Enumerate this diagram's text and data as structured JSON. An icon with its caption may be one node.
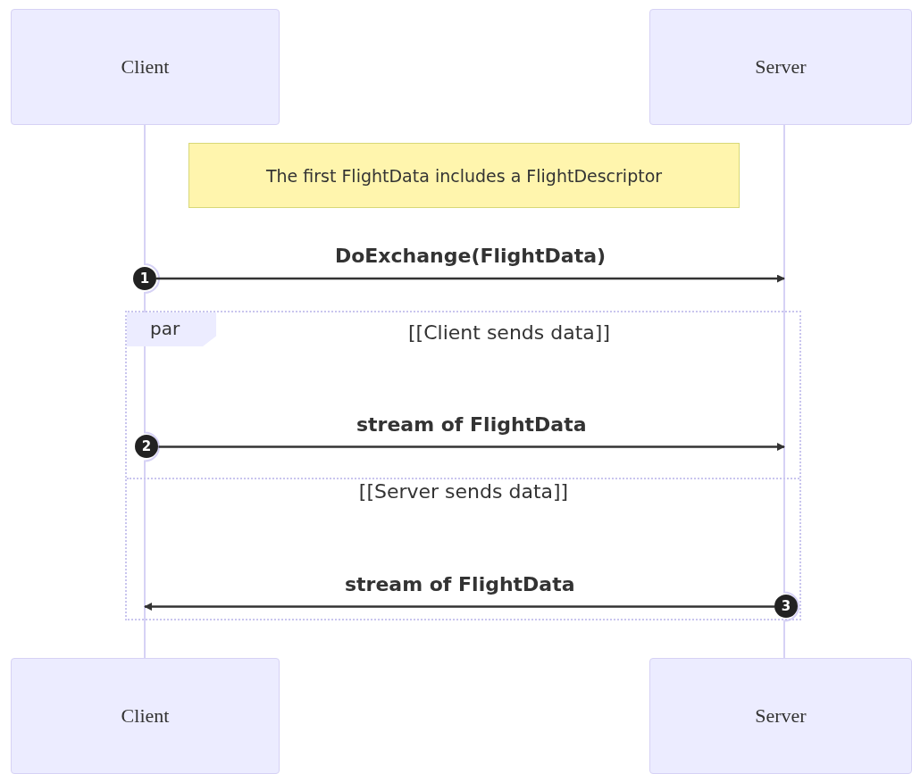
{
  "diagram": {
    "nodes": [
      {
        "text": [
          "Client"
        ]
      },
      {
        "text": [
          "Server"
        ]
      },
      {
        "text": [
          "The first FlightData includes a FlightDescriptor"
        ]
      },
      {
        "text": [
          "1"
        ]
      },
      {
        "text": [
          "par",
          "[[Client sends data]]",
          "[[Server sends data]]"
        ]
      },
      {
        "text": [
          "2"
        ],
        "in": 4
      },
      {
        "text": [
          "3"
        ],
        "in": 4
      },
      {
        "text": [
          "Client"
        ]
      },
      {
        "text": [
          "Server"
        ]
      }
    ],
    "edges": [
      {
        "from": 0,
        "to": 7,
        "arrow": "none",
        "color": "#d6d2f5"
      },
      {
        "from": 1,
        "to": 8,
        "arrow": "none",
        "color": "#d6d2f5"
      },
      {
        "from": 3,
        "to": null,
        "arrow": "to",
        "label": "DoExchange(FlightData)"
      },
      {
        "from": 5,
        "to": null,
        "arrow": "to",
        "label": "stream of FlightData"
      },
      {
        "from": 6,
        "to": null,
        "arrow": "to",
        "label": "stream of FlightData"
      }
    ]
  }
}
